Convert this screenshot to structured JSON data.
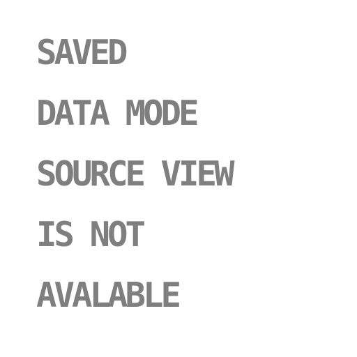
{
  "theme": {
    "background": "#ffffff",
    "text_color": "#7f7f7f"
  },
  "message": {
    "lines": [
      "SAVED",
      "DATA MODE",
      "SOURCE VIEW",
      "IS NOT",
      "AVALABLE"
    ]
  }
}
